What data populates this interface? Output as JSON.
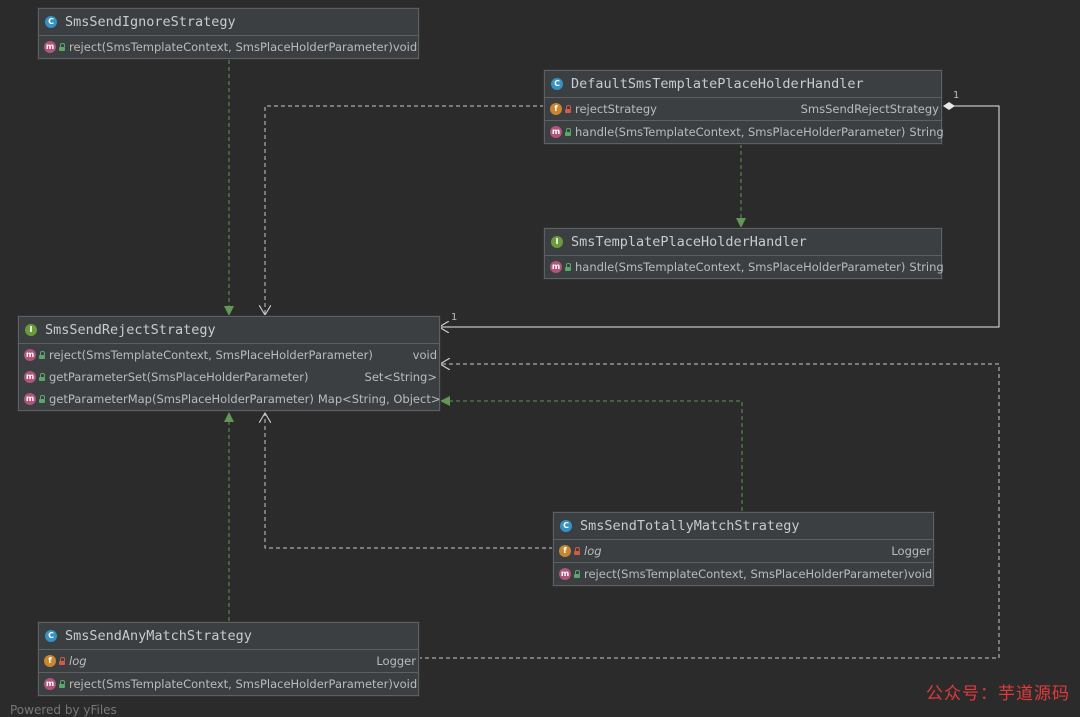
{
  "boxes": {
    "ignore": {
      "title": "SmsSendIgnoreStrategy",
      "rows": [
        {
          "name": "reject(SmsTemplateContext, SmsPlaceHolderParameter)",
          "type": "void"
        }
      ]
    },
    "default_handler": {
      "title": "DefaultSmsTemplatePlaceHolderHandler",
      "field": {
        "name": "rejectStrategy",
        "type": "SmsSendRejectStrategy"
      },
      "rows": [
        {
          "name": "handle(SmsTemplateContext, SmsPlaceHolderParameter)",
          "type": "String"
        }
      ]
    },
    "handler_iface": {
      "title": "SmsTemplatePlaceHolderHandler",
      "rows": [
        {
          "name": "handle(SmsTemplateContext, SmsPlaceHolderParameter)",
          "type": "String"
        }
      ]
    },
    "reject_iface": {
      "title": "SmsSendRejectStrategy",
      "rows": [
        {
          "name": "reject(SmsTemplateContext, SmsPlaceHolderParameter)",
          "type": "void"
        },
        {
          "name": "getParameterSet(SmsPlaceHolderParameter)",
          "type": "Set<String>"
        },
        {
          "name": "getParameterMap(SmsPlaceHolderParameter)",
          "type": "Map<String, Object>"
        }
      ]
    },
    "totally": {
      "title": "SmsSendTotallyMatchStrategy",
      "field": {
        "name": "log",
        "type": "Logger"
      },
      "rows": [
        {
          "name": "reject(SmsTemplateContext, SmsPlaceHolderParameter)",
          "type": "void"
        }
      ]
    },
    "any": {
      "title": "SmsSendAnyMatchStrategy",
      "field": {
        "name": "log",
        "type": "Logger"
      },
      "rows": [
        {
          "name": "reject(SmsTemplateContext, SmsPlaceHolderParameter)",
          "type": "void"
        }
      ]
    }
  },
  "badges": {
    "class": "C",
    "interface": "I",
    "method": "m",
    "field": "f"
  },
  "multiplicity": {
    "source": "1",
    "target": "1"
  },
  "watermark": "公众号：芋道源码",
  "footer": "Powered by yFiles",
  "colors": {
    "background": "#2b2b2b",
    "implements": "#629755",
    "dependency": "#c8c8c8",
    "association": "#ffffff"
  }
}
